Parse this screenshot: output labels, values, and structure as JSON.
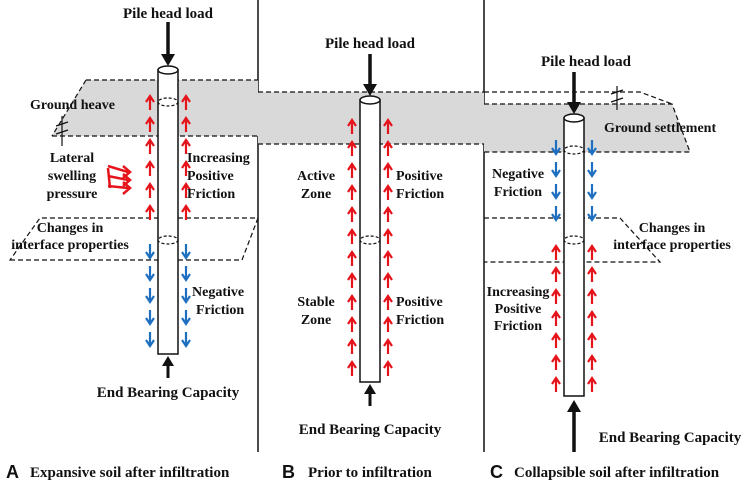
{
  "panels": [
    {
      "letter": "A",
      "caption": "Expansive soil after infiltration",
      "labels": {
        "head_load": "Pile head load",
        "ground": "Ground heave",
        "lateral_1": "Lateral",
        "lateral_2": "swelling",
        "lateral_3": "pressure",
        "increasing_1": "Increasing",
        "increasing_2": "Positive",
        "increasing_3": "Friction",
        "changes_1": "Changes in",
        "changes_2": "interface properties",
        "negative_1": "Negative",
        "negative_2": "Friction",
        "end_bearing": "End Bearing Capacity"
      }
    },
    {
      "letter": "B",
      "caption": "Prior to infiltration",
      "labels": {
        "head_load": "Pile head load",
        "active_1": "Active",
        "active_2": "Zone",
        "positive_top_1": "Positive",
        "positive_top_2": "Friction",
        "stable_1": "Stable",
        "stable_2": "Zone",
        "positive_bot_1": "Positive",
        "positive_bot_2": "Friction",
        "end_bearing": "End Bearing Capacity"
      }
    },
    {
      "letter": "C",
      "caption": "Collapsible soil after infiltration",
      "labels": {
        "head_load": "Pile head load",
        "ground": "Ground settlement",
        "negative_1": "Negative",
        "negative_2": "Friction",
        "changes_1": "Changes in",
        "changes_2": "interface properties",
        "increasing_1": "Increasing",
        "increasing_2": "Positive",
        "increasing_3": "Friction",
        "end_bearing": "End Bearing Capacity"
      }
    }
  ],
  "colors": {
    "positive_friction": "#e5141b",
    "negative_friction": "#1f6fc1",
    "soil_band": "#d9d9d9",
    "ink": "#111111"
  }
}
